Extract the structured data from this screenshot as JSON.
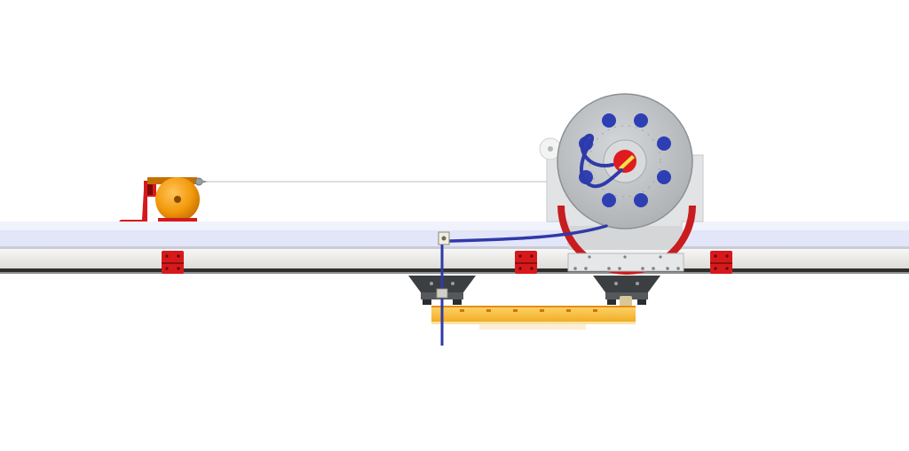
{
  "scene": {
    "background": "#ffffff",
    "colors": {
      "rail_top": "#eef0fb",
      "rail_band": "#e4e6fa",
      "rail_body": "#ecebe8",
      "rail_edge": "#2e2e2e",
      "clamp_red": "#d7191c",
      "reel_orange": "#f39a0c",
      "hub_gray": "#c8cbcd",
      "hub_blue": "#2e3fb4",
      "hose_blue": "#2f3aa8",
      "bracket_dark": "#3c3f42",
      "yellow_beam": "#f7c04a"
    },
    "objects": [
      "rail-track",
      "spring-balancer-reel",
      "cable-wire",
      "hose-reel-drum",
      "rail-clamps",
      "trolley-carriages",
      "yellow-beam",
      "hose-drop"
    ]
  }
}
